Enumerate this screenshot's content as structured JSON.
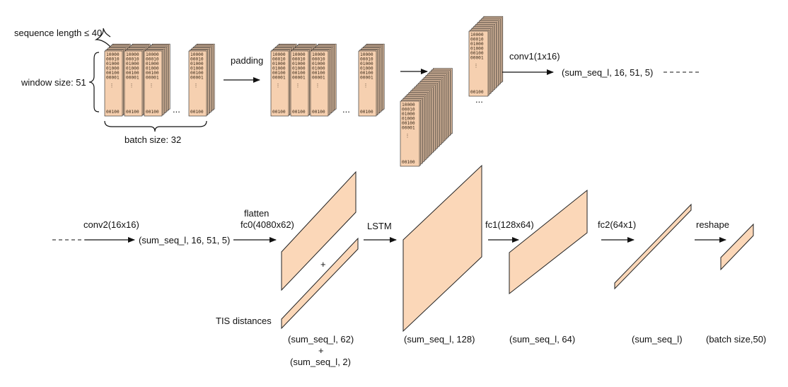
{
  "labels": {
    "sequence_length": "sequence length ≤ 40",
    "window_size": "window size: 51",
    "batch_size": "batch size: 32",
    "padding": "padding",
    "conv1": "conv1(1x16)",
    "conv1_shape": "(sum_seq_l, 16, 51, 5)",
    "conv2": "conv2(16x16)",
    "conv2_shape": "(sum_seq_l, 16, 51, 5)",
    "flatten": "flatten",
    "fc0": "fc0(4080x62)",
    "plus_small": "+",
    "tis_distances": "TIS distances",
    "fc0_shape": "(sum_seq_l, 62)",
    "plus": "+",
    "tis_shape": "(sum_seq_l, 2)",
    "lstm": "LSTM",
    "lstm_shape": "(sum_seq_l, 128)",
    "fc1": "fc1(128x64)",
    "fc1_shape": "(sum_seq_l, 64)",
    "fc2": "fc2(64x1)",
    "fc2_shape": "(sum_seq_l)",
    "reshape": "reshape",
    "reshape_shape": "(batch size,50)",
    "ellipsis": "..."
  },
  "sequence_rows": [
    "10000",
    "00010",
    "01000",
    "01000",
    "00100",
    "00001"
  ],
  "sequence_last_row": "00100",
  "vertical_dots": "⋮",
  "colors": {
    "fill": "#f6d0b0",
    "stroke": "#222222"
  }
}
